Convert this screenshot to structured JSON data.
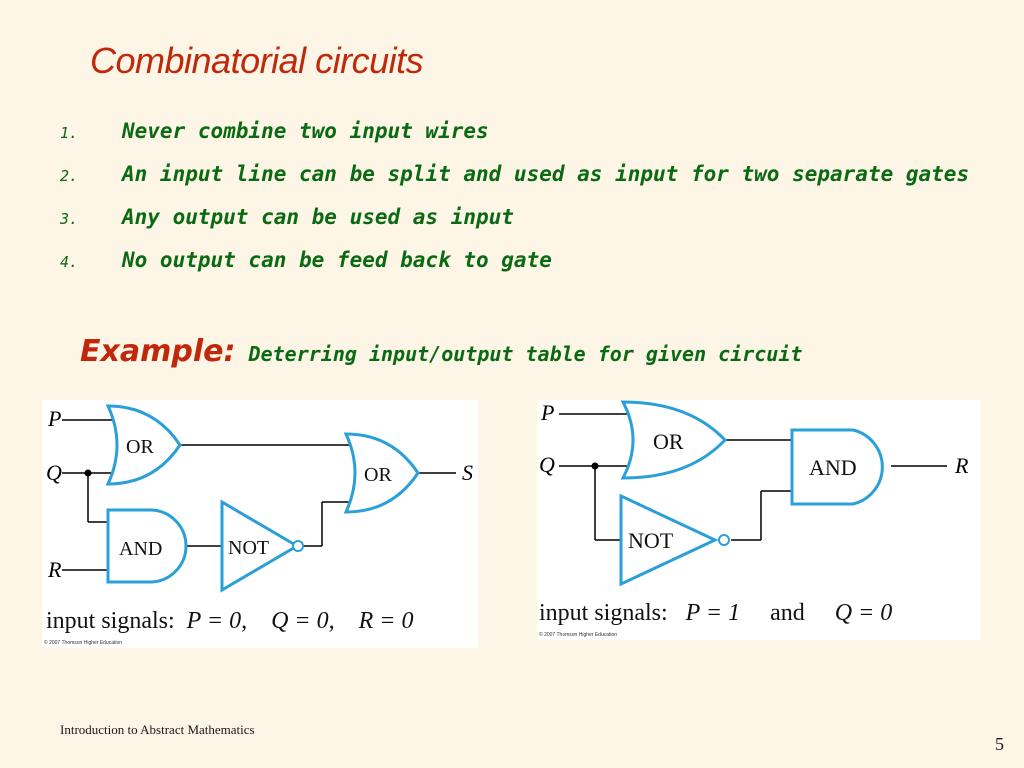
{
  "slide": {
    "title": "Combinatorial circuits",
    "rules": [
      {
        "num": "1.",
        "text": "Never combine two input wires"
      },
      {
        "num": "2.",
        "text": "An input line can be split and used as input for two separate gates"
      },
      {
        "num": "3.",
        "text": "Any output can be used as input"
      },
      {
        "num": "4.",
        "text": "No output can be feed back to gate"
      }
    ],
    "example_label": "Example:",
    "example_text": "Deterring input/output table for given circuit",
    "footer": "Introduction to Abstract Mathematics",
    "page_number": "5"
  },
  "circuit1": {
    "inputs": [
      "P",
      "Q",
      "R"
    ],
    "output": "S",
    "gates": {
      "or1": "OR",
      "and1": "AND",
      "not1": "NOT",
      "or2": "OR"
    },
    "signals": {
      "prefix": "input signals:",
      "p": "P = 0,",
      "q": "Q = 0,",
      "r": "R = 0"
    },
    "copyright": "© 2007 Thomson Higher Education"
  },
  "circuit2": {
    "inputs": [
      "P",
      "Q"
    ],
    "output": "R",
    "gates": {
      "or1": "OR",
      "and1": "AND",
      "not1": "NOT"
    },
    "signals": {
      "prefix": "input signals:",
      "p": "P = 1",
      "and_word": "and",
      "q": "Q = 0"
    },
    "copyright": "© 2007 Thomson Higher Education"
  },
  "colors": {
    "title": "#c0280c",
    "rules_text": "#0a6a12",
    "gate_stroke": "#2a9fd8",
    "wire": "#000000",
    "background": "#fdf5e6"
  }
}
